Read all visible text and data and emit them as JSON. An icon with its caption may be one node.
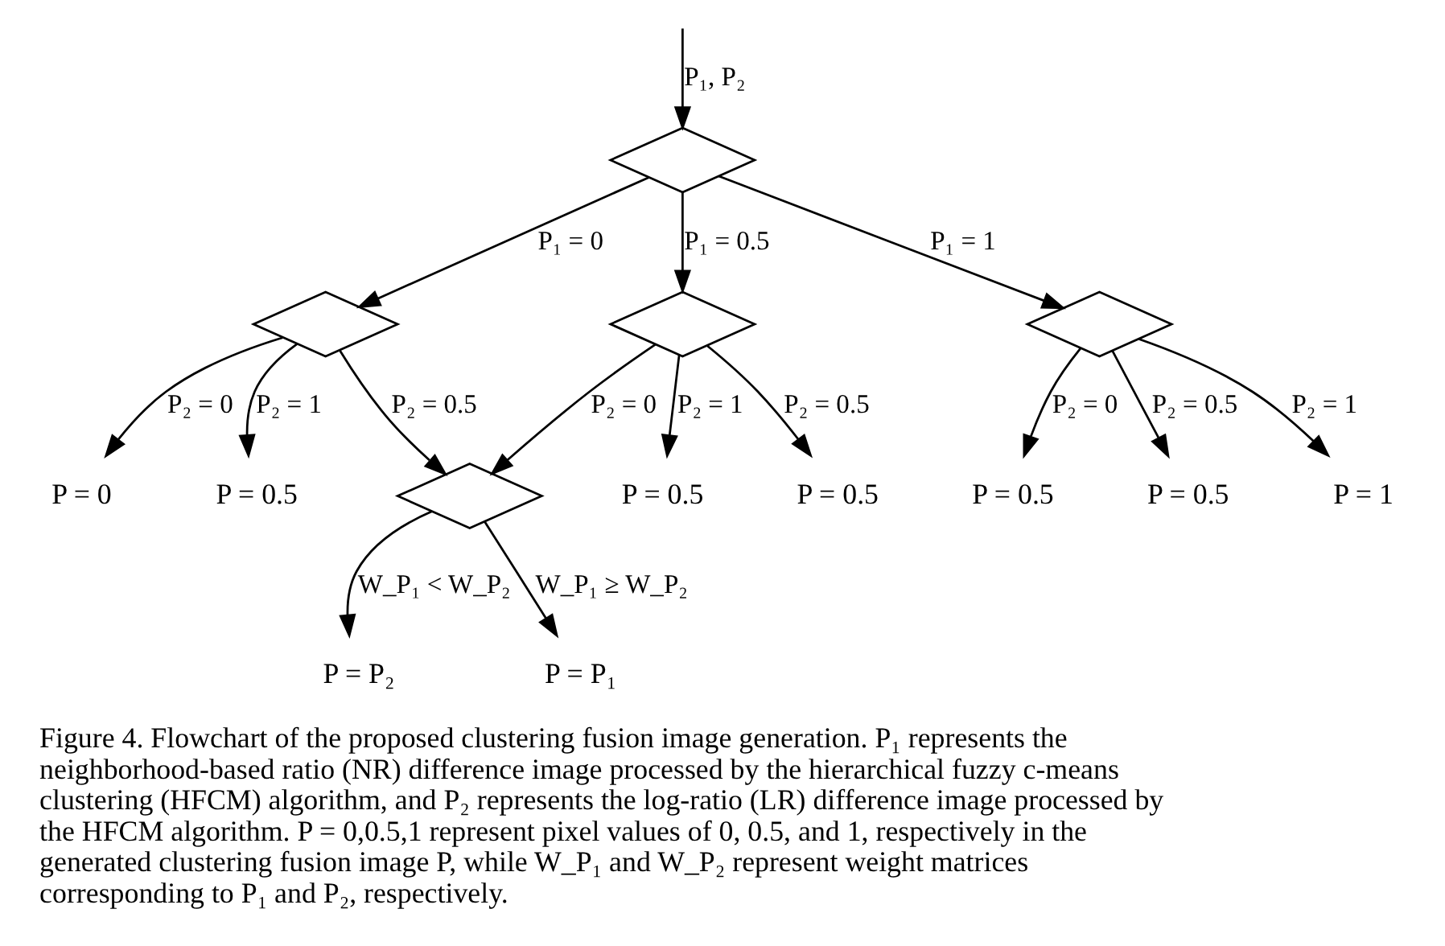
{
  "diagram": {
    "caption": "Figure 4. Flowchart of the proposed clustering fusion image generation. P₁ represents the neighborhood-based ratio (NR) difference image processed by the hierarchical fuzzy c-means clustering (HFCM) algorithm, and P₂ represents the log-ratio (LR) difference image processed by the HFCM algorithm. P = 0,0.5,1 represent pixel values of 0, 0.5, and 1, respectively in the generated clustering fusion image P, while W_P₁ and W_P₂ represent weight matrices corresponding to P₁ and P₂, respectively.",
    "nodes": [
      {
        "text": [],
        "shape": "diamond"
      },
      {
        "text": [],
        "shape": "diamond"
      },
      {
        "text": [],
        "shape": "diamond"
      },
      {
        "text": [],
        "shape": "diamond"
      },
      {
        "text": [
          "P = 0"
        ]
      },
      {
        "text": [
          "P = 0.5"
        ]
      },
      {
        "text": [
          "P = 0.5"
        ]
      },
      {
        "text": [
          "P = 0.5"
        ]
      },
      {
        "text": [
          "P = 0.5"
        ]
      },
      {
        "text": [
          "P = 0.5"
        ]
      },
      {
        "text": [
          "P = 1"
        ]
      },
      {
        "text": [],
        "shape": "diamond"
      },
      {
        "text": [
          "P = P₂"
        ]
      },
      {
        "text": [
          "P = P₁"
        ]
      }
    ],
    "edges": [
      {
        "from": null,
        "to": 0,
        "arrow": "to",
        "label": "P₁, P₂"
      },
      {
        "from": 0,
        "to": 1,
        "arrow": "to",
        "label": "P₁ = 0"
      },
      {
        "from": 0,
        "to": 2,
        "arrow": "to",
        "label": "P₁ = 0.5"
      },
      {
        "from": 0,
        "to": 3,
        "arrow": "to",
        "label": "P₁ = 1"
      },
      {
        "from": 1,
        "to": 4,
        "arrow": "to",
        "label": "P₂ = 0"
      },
      {
        "from": 1,
        "to": 11,
        "arrow": "to",
        "label": "P₂ = 0.5"
      },
      {
        "from": 1,
        "to": 5,
        "arrow": "to",
        "label": "P₂ = 1"
      },
      {
        "from": 2,
        "to": 11,
        "arrow": "to",
        "label": "P₂ = 0"
      },
      {
        "from": 2,
        "to": 7,
        "arrow": "to",
        "label": "P₂ = 0.5"
      },
      {
        "from": 2,
        "to": 6,
        "arrow": "to",
        "label": "P₂ = 1"
      },
      {
        "from": 3,
        "to": 8,
        "arrow": "to",
        "label": "P₂ = 0"
      },
      {
        "from": 3,
        "to": 9,
        "arrow": "to",
        "label": "P₂ = 0.5"
      },
      {
        "from": 3,
        "to": 10,
        "arrow": "to",
        "label": "P₂ = 1"
      },
      {
        "from": 11,
        "to": 12,
        "arrow": "to",
        "label": "W_P₁ < W_P₂"
      },
      {
        "from": 11,
        "to": 13,
        "arrow": "to",
        "label": "W_P₁ ≥ W_P₂"
      }
    ]
  }
}
